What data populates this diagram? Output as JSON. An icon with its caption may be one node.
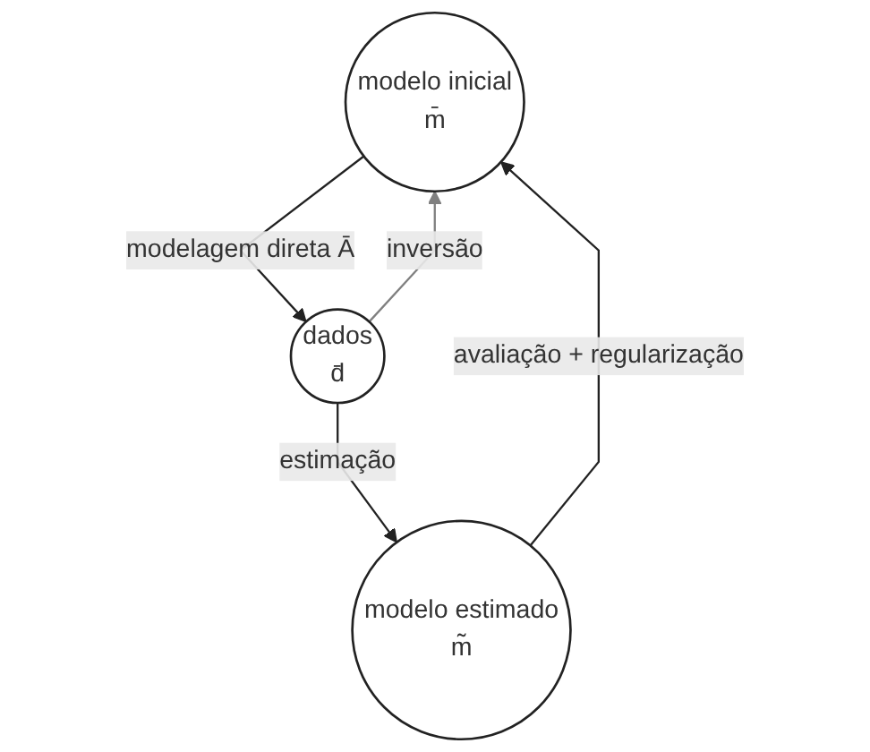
{
  "diagram": {
    "nodes": [
      {
        "text": [
          "modelo inicial",
          "m̄"
        ]
      },
      {
        "text": [
          "dados",
          "d̄"
        ]
      },
      {
        "text": [
          "modelo estimado",
          "m̃"
        ]
      }
    ],
    "edges": [
      {
        "from": 0,
        "to": 1,
        "arrow": "to",
        "label": "modelagem direta Ā"
      },
      {
        "from": 1,
        "to": 0,
        "arrow": "to",
        "label": "inversão",
        "color": "#808080"
      },
      {
        "from": 1,
        "to": 2,
        "arrow": "to",
        "label": "estimação"
      },
      {
        "from": 2,
        "to": 0,
        "arrow": "to",
        "label": "avaliação + regularização"
      }
    ]
  }
}
